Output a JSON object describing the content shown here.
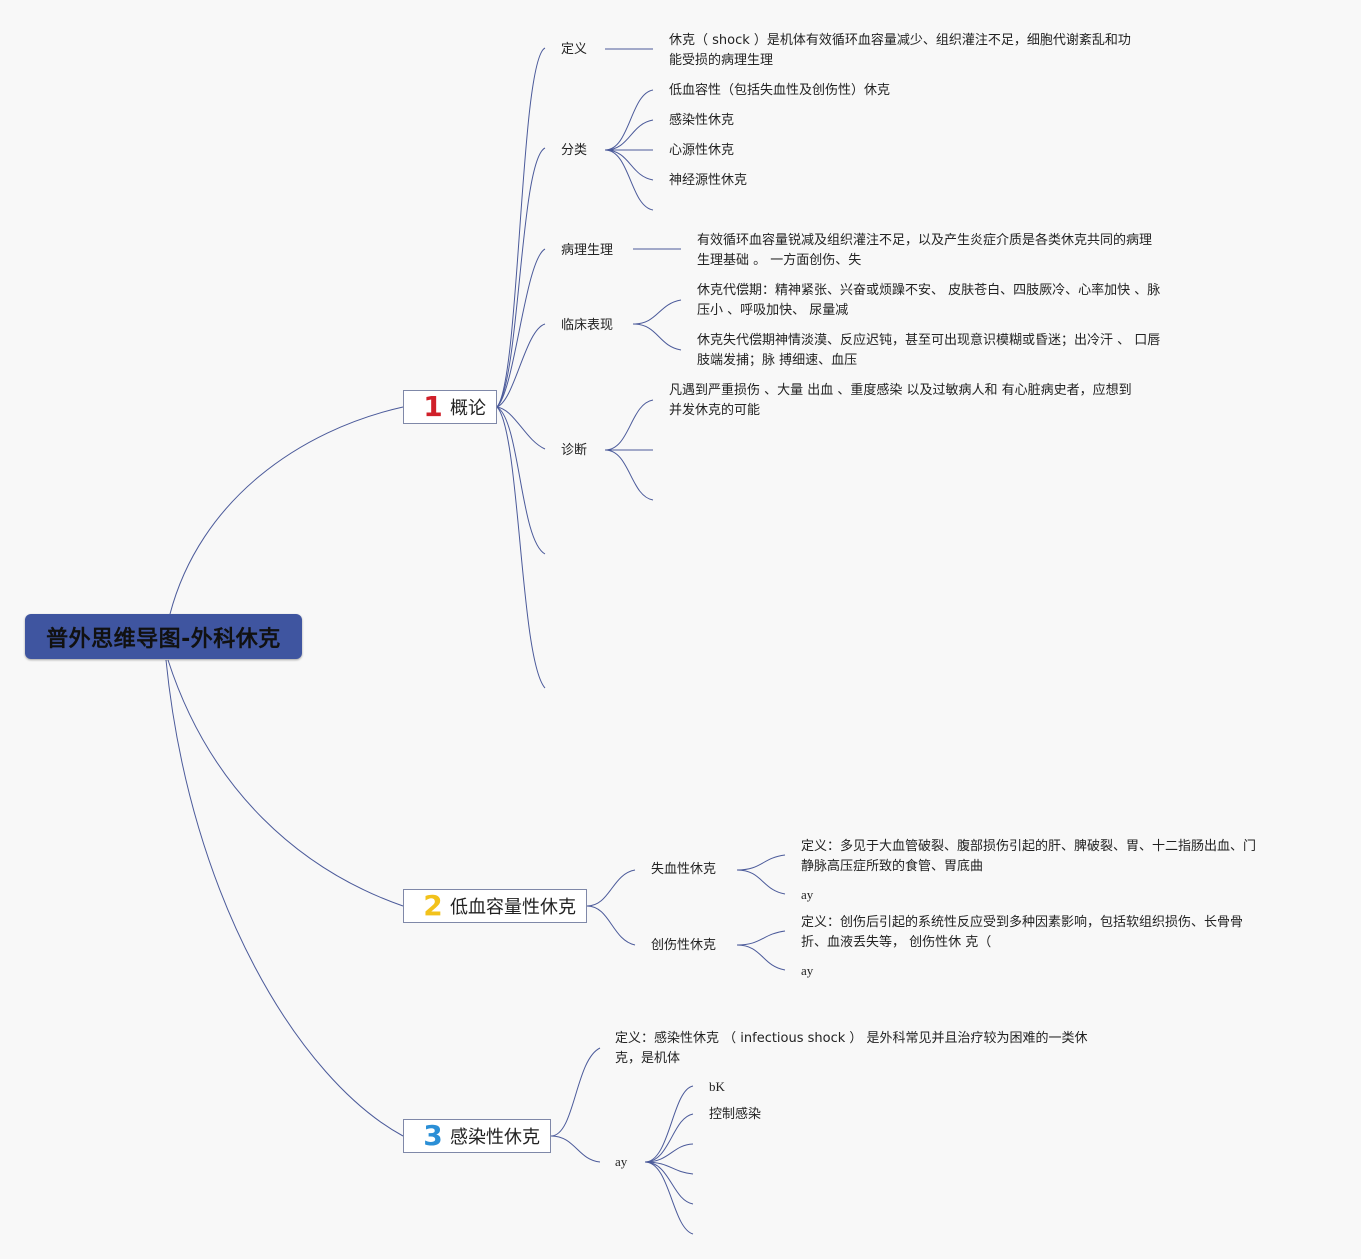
{
  "root": {
    "title": "普外思维导图-外科休克"
  },
  "b1": {
    "num": "1",
    "num_color": "#d0202a",
    "label": "概论",
    "def_label": "定义",
    "def_text_1": "休克（ shock ）是机体有效循环血容量减少、组织灌注不足，细胞代谢紊乱和功",
    "def_text_2": "能受损的病理生理",
    "class_label": "分类",
    "class_items": [
      "低血容性（包括失血性及创伤性）休克",
      "感染性休克",
      "心源性休克",
      "神经源性休克"
    ],
    "patho_label": "病理生理",
    "patho_text_1": "有效循环血容量锐减及组织灌注不足，以及产生炎症介质是各类休克共同的病理",
    "patho_text_2": "生理基础 。 一方面创伤、失",
    "clin_label": "临床表现",
    "clin_1_a": "休克代偿期：精神紧张、兴奋或烦躁不安、 皮肤苍白、四肢厥冷、心率加快 、脉",
    "clin_1_b": "压小 、呼吸加快、 尿量减",
    "clin_2_a": "休克失代偿期神情淡漠、反应迟钝，甚至可出现意识模糊或昏迷；出冷汗 、 口唇",
    "clin_2_b": "肢端发捕；脉 搏细速、血压",
    "diag_label": "诊断",
    "diag_text_1": "凡遇到严重损伤 、大量 出血 、重度感染 以及过敏病人和 有心脏病史者，应想到",
    "diag_text_2": "并发休克的可能"
  },
  "b2": {
    "num": "2",
    "num_color": "#f2c21b",
    "label": "低血容量性休克",
    "s1_label": "失血性休克",
    "s1_def_1": "定义：多见于大血管破裂、腹部损伤引起的肝、脾破裂、胃、十二指肠出血、门",
    "s1_def_2": "静脉高压症所致的食管、胃底曲",
    "s1_ay": "ay",
    "s2_label": "创伤性休克",
    "s2_def_1": "定义：创伤后引起的系统性反应受到多种因素影响，包括软组织损伤、长骨骨",
    "s2_def_2": "折、血液丢失等， 创伤性休 克（",
    "s2_ay": "ay"
  },
  "b3": {
    "num": "3",
    "num_color": "#2b8fd6",
    "label": "感染性休克",
    "def_1": "定义：感染性休克 （ infectious shock ） 是外科常见并且治疗较为困难的一类休",
    "def_2": "克，是机体",
    "ay": "ay",
    "ay_items": [
      "bK",
      "控制感染"
    ]
  }
}
